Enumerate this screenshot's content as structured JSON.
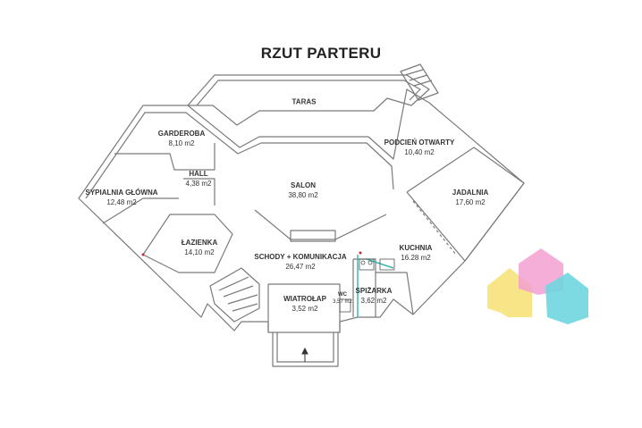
{
  "title": "RZUT PARTERU",
  "rooms": {
    "taras": {
      "name": "TARAS",
      "area": ""
    },
    "garderoba": {
      "name": "GARDEROBA",
      "area": "8,10 m2"
    },
    "hall": {
      "name": "HALL",
      "area": "4,38 m2"
    },
    "sypialnia": {
      "name": "SYPIALNIA GŁÓWNA",
      "area": "12,48 m2"
    },
    "salon": {
      "name": "SALON",
      "area": "38,80 m2"
    },
    "podcien": {
      "name": "PODCIEŃ OTWARTY",
      "area": "10,40 m2"
    },
    "jadalnia": {
      "name": "JADALNIA",
      "area": "17,60 m2"
    },
    "lazienka": {
      "name": "ŁAZIENKA",
      "area": "14,10 m2"
    },
    "schody": {
      "name": "SCHODY + KOMUNIKACJA",
      "area": "26,47 m2"
    },
    "kuchnia": {
      "name": "KUCHNIA",
      "area": "16.28 m2"
    },
    "wc": {
      "name": "WC",
      "area": "3,57 m2"
    },
    "wiatrolap": {
      "name": "WIATROŁAP",
      "area": "3,52 m2"
    },
    "spizarka": {
      "name": "SPIŻARKA",
      "area": "3,62 m2"
    }
  },
  "colors": {
    "wall": "#7a7a7a",
    "wall_fill": "#ffffff",
    "accent_teal": "#3bb7b0",
    "logo_yellow": "#f7e27a",
    "logo_pink": "#f3a0d0",
    "logo_cyan": "#6fd6e0"
  }
}
